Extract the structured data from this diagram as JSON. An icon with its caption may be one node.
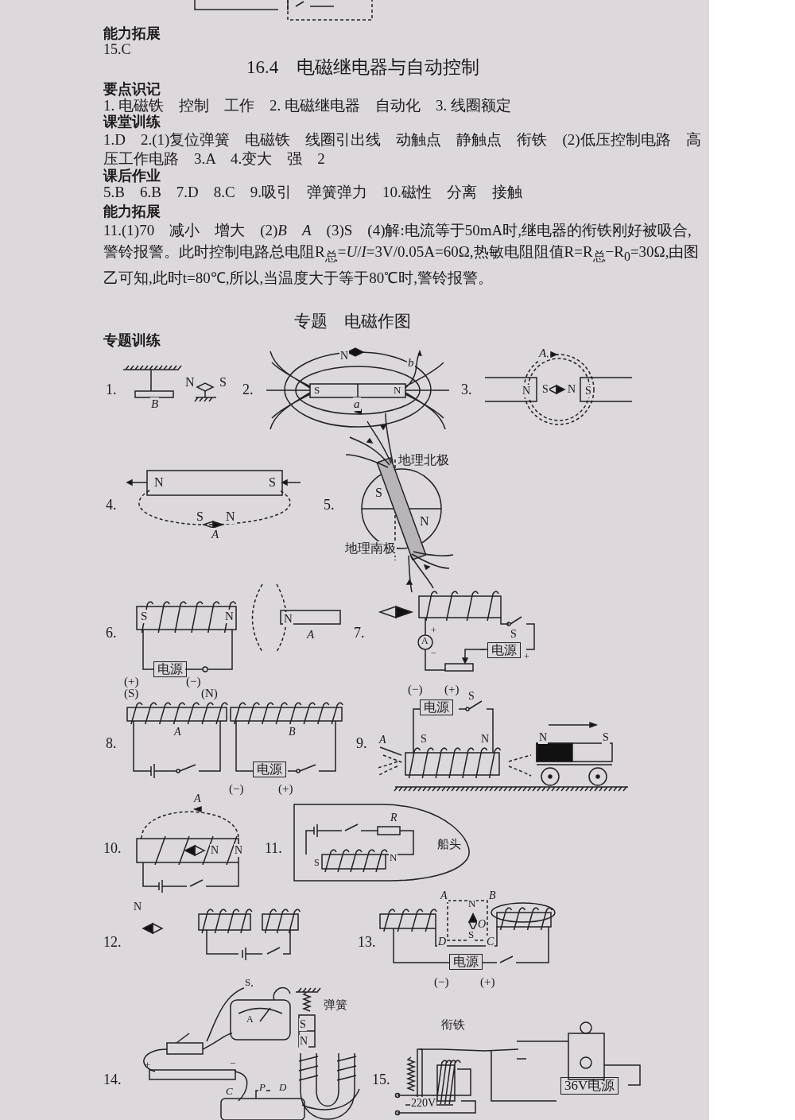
{
  "diagram": {
    "labels": [
      "能力拓展",
      "15.C",
      "16.4　电磁继电器与自动控制",
      "要点识记",
      "1. 电磁铁　控制　工作　2. 电磁继电器　自动化　3. 线圈额定",
      "课堂训练",
      "1.D　2.(1)复位弹簧　电磁铁　线圈引出线　动触点　静触点　衔铁　(2)低压控制电路　高压工作电路　3.A　4.变大　强　2",
      "课后作业",
      "5.B　6.B　7.D　8.C　9.吸引　弹簧弹力　10.磁性　分离　接触",
      "能力拓展",
      "11.(1)70　减小　增大　(2)*B*　*A*　(3)S　(4)解:电流等于50mA时,继电器的衔铁刚好被吸合,警铃报警。此时控制电路总电阻R$_{总}$=*U*/*I*=3V/0.05A=60Ω,热敏电阻阻值R=R$_{总}$−R$_{0}$=30Ω,由图乙可知,此时t=80℃,所以,当温度大于等于80℃时,警铃报警。",
      "专题　电磁作图",
      "专题训练",
      "1.",
      "B",
      "N",
      "S",
      "2.",
      "N",
      "b",
      "S",
      "N",
      "a",
      "3.",
      "A",
      "N",
      "S",
      "N",
      "S",
      "N",
      "S",
      "4.",
      "S",
      "N",
      "A",
      "地理北极",
      "S",
      "5.",
      "N",
      "地理南极",
      "S",
      "N",
      "N",
      "6.",
      "A",
      "电源",
      "(+)",
      "(−)",
      "7.",
      "+",
      "A",
      "−",
      "S",
      "−",
      "电源",
      "+",
      "(S)",
      "(N)",
      "A",
      "B",
      "8.",
      "电源",
      "(−)",
      "(+)",
      "(−)",
      "(+)",
      "电源",
      "S",
      "S",
      "N",
      "N",
      "S",
      "9.",
      "A",
      "A",
      "10.",
      "N",
      "N",
      "R",
      "11.",
      "船头",
      "S",
      "N",
      "N",
      "12.",
      "A",
      "N",
      "B",
      "O",
      "S",
      "13.",
      "D",
      "C",
      "电源",
      "(−)",
      "(+)",
      "S",
      "弹簧",
      "A",
      "S",
      "N",
      "14.",
      "+",
      "−",
      "C",
      "P",
      "D",
      "衔铁",
      "15.",
      "220V",
      "36V电源"
    ]
  }
}
